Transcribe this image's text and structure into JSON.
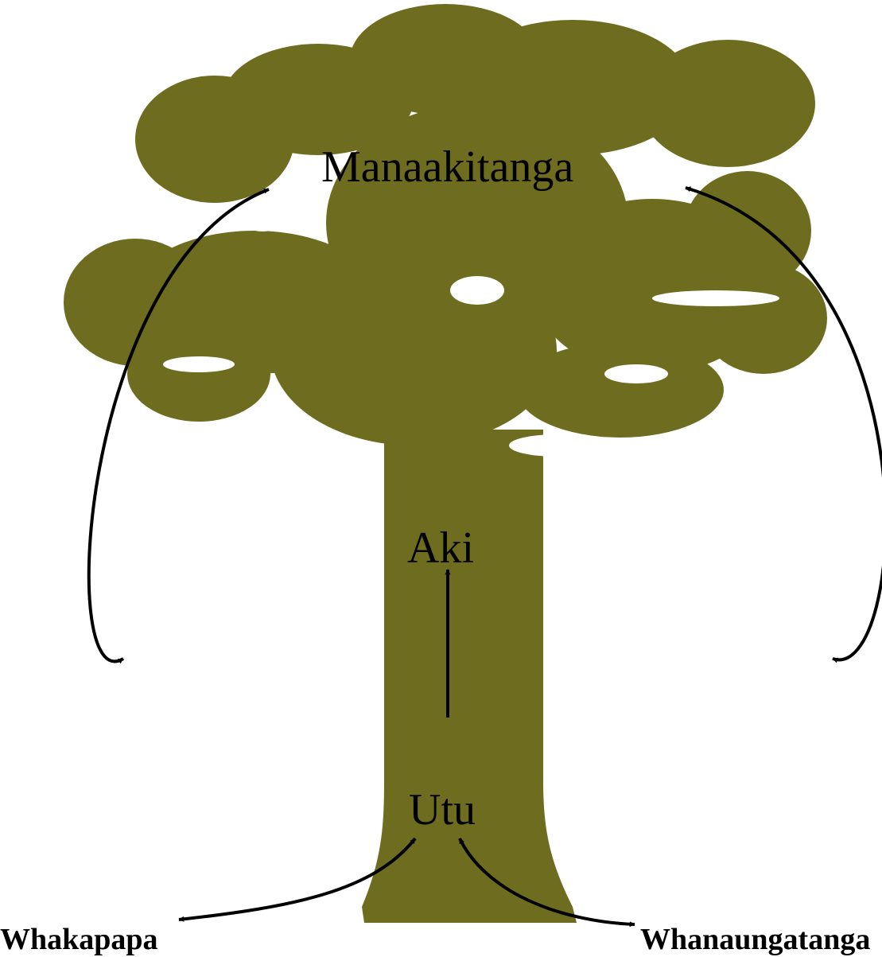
{
  "diagram": {
    "tree_color": "#6e6c1f",
    "arrow_color": "#000000",
    "nodes": {
      "manaakitanga": "Manaakitanga",
      "aki": "Aki",
      "utu": "Utu",
      "whakapapa": "Whakapapa",
      "whanaungatanga": "Whanaungatanga"
    }
  }
}
